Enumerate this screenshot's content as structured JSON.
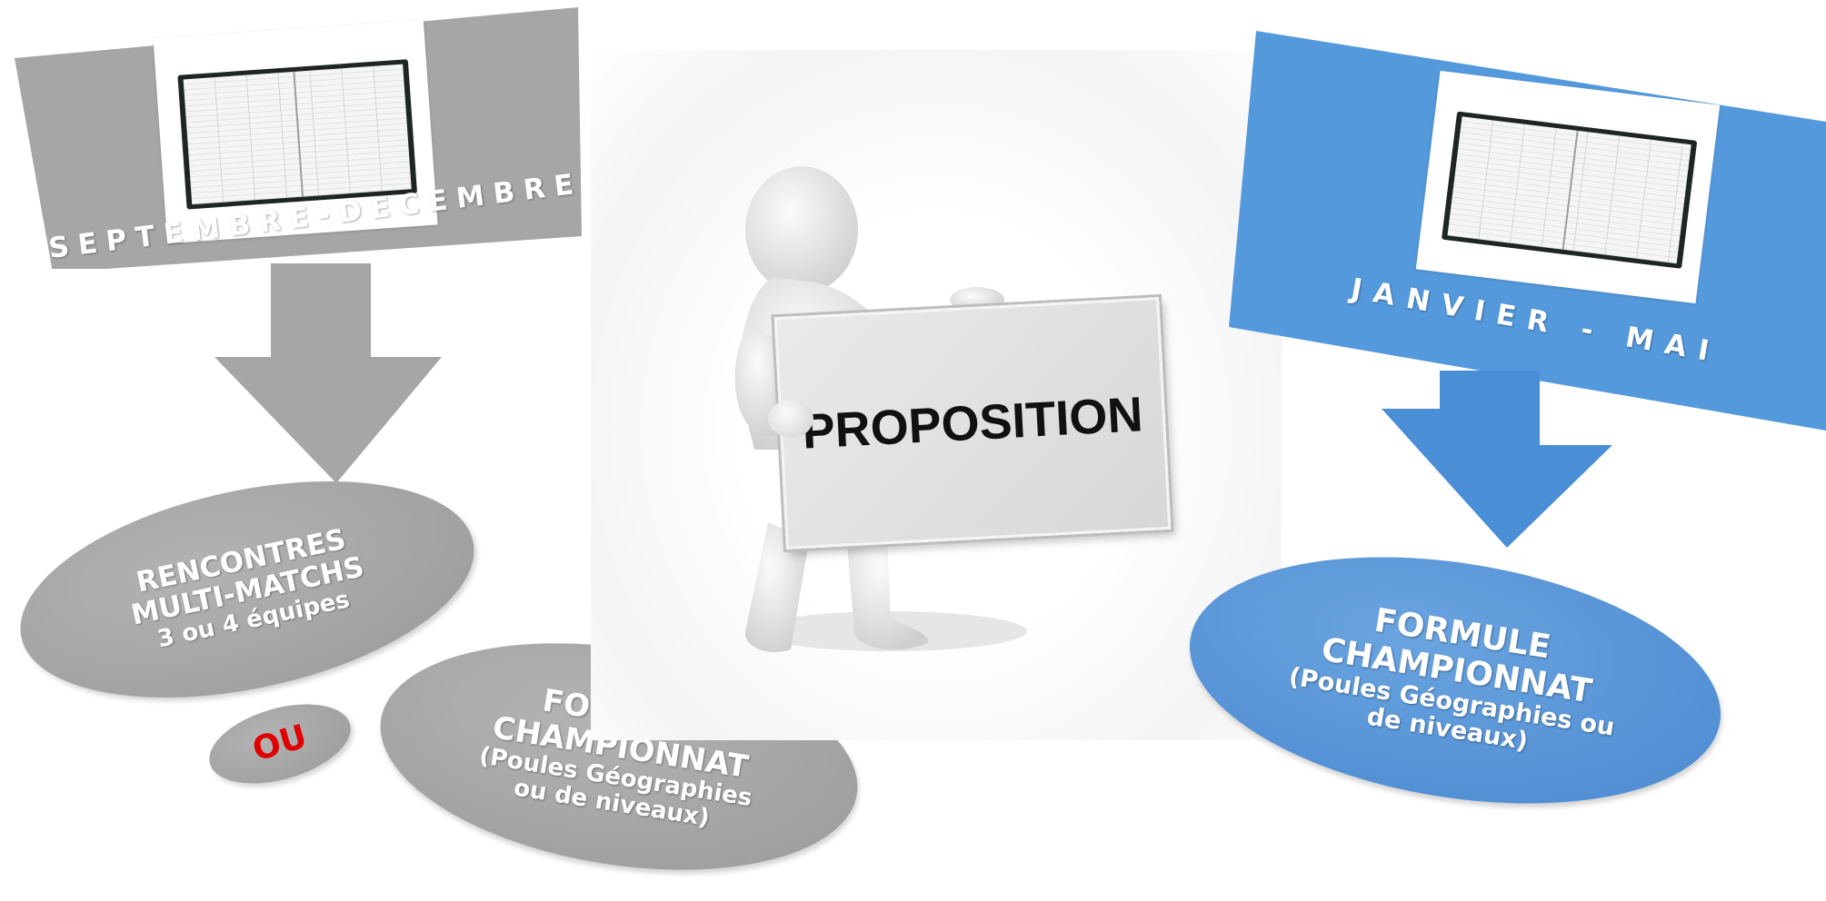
{
  "left_block": {
    "period_label": "SEPTEMBRE-DECEMBRE",
    "color": "#a6a6a6",
    "option_1": {
      "lines": [
        "RENCONTRES",
        "MULTI-MATCHS",
        "3 ou 4 équipes"
      ]
    },
    "or_label": "OU",
    "or_color": "#e00000",
    "option_2": {
      "lines": [
        "FORMULE",
        "CHAMPIONNAT",
        "(Poules Géographies",
        "ou de niveaux)"
      ]
    }
  },
  "center": {
    "sign_text": "PROPOSITION"
  },
  "right_block": {
    "period_label": "JANVIER - MAI",
    "color": "#5499dc",
    "option": {
      "lines": [
        "FORMULE",
        "CHAMPIONNAT",
        "(Poules Géographies ou",
        "de niveaux)"
      ]
    }
  }
}
